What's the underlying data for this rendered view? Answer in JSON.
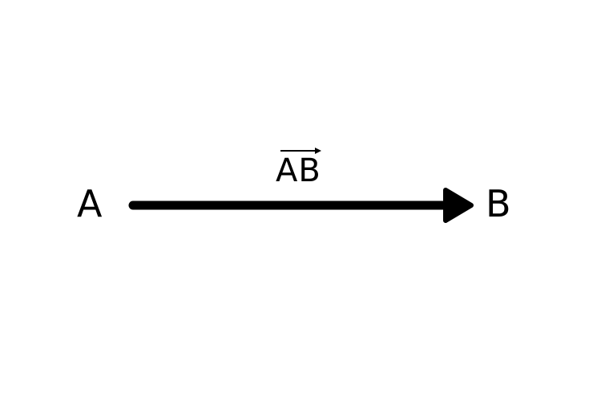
{
  "diagram": {
    "point_start": "A",
    "point_end": "B",
    "vector_label": "AB",
    "colors": {
      "background": "#ffffff",
      "ink": "#000000"
    }
  }
}
